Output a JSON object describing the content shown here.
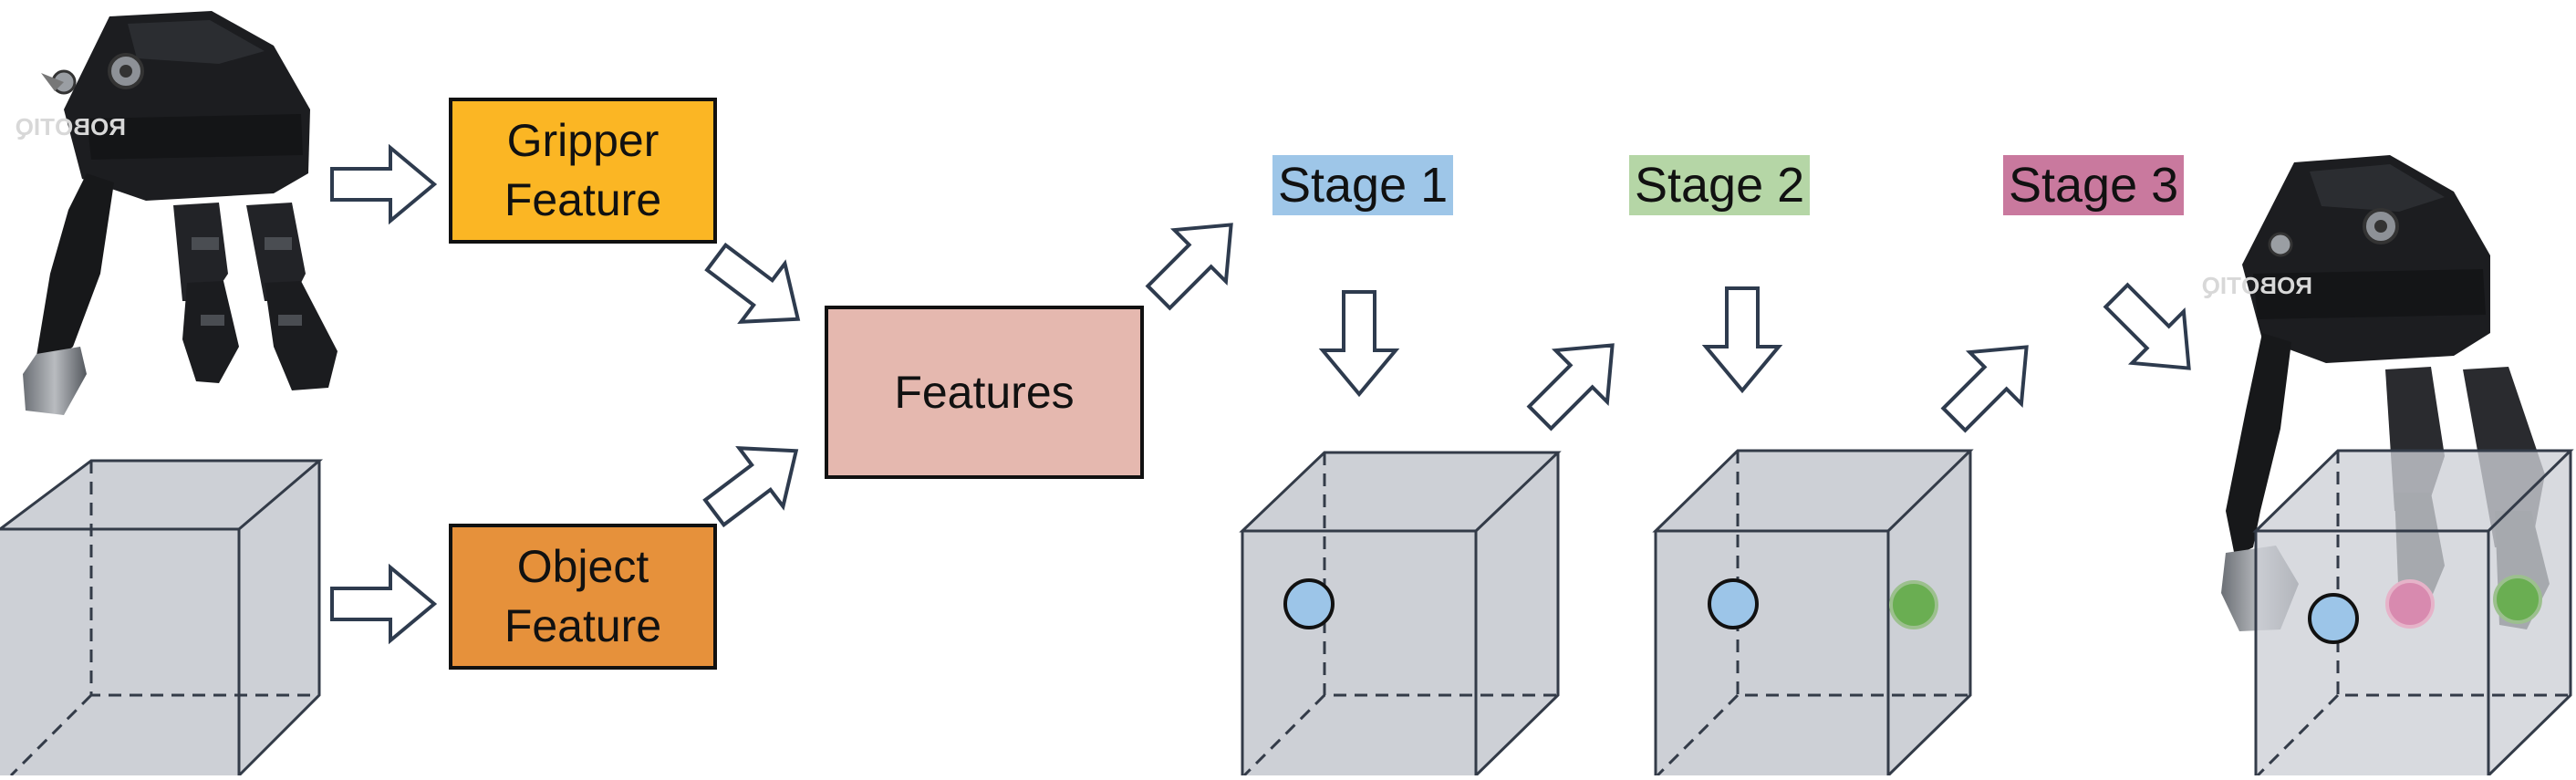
{
  "boxes": {
    "gripper_feature": {
      "label": "Gripper\nFeature",
      "color": "#FBB624"
    },
    "object_feature": {
      "label": "Object\nFeature",
      "color": "#E6913B"
    },
    "features": {
      "label": "Features",
      "color": "#E5B8AF"
    }
  },
  "stages": [
    {
      "label": "Stage 1",
      "color": "#9EC6E8"
    },
    {
      "label": "Stage 2",
      "color": "#B5D6A6"
    },
    {
      "label": "Stage 3",
      "color": "#C9799E"
    }
  ],
  "colors": {
    "cube_fill": "#CDD0D6",
    "cube_edge": "#333B48",
    "arrow_stroke": "#2E3B4E",
    "point_stage1": "#9CC5E8",
    "point_stage2": "#6AAE52",
    "point_stage3": "#D88AAF",
    "gripper_body": "#1C1D20"
  },
  "logo_text": "ROBOTIQ"
}
